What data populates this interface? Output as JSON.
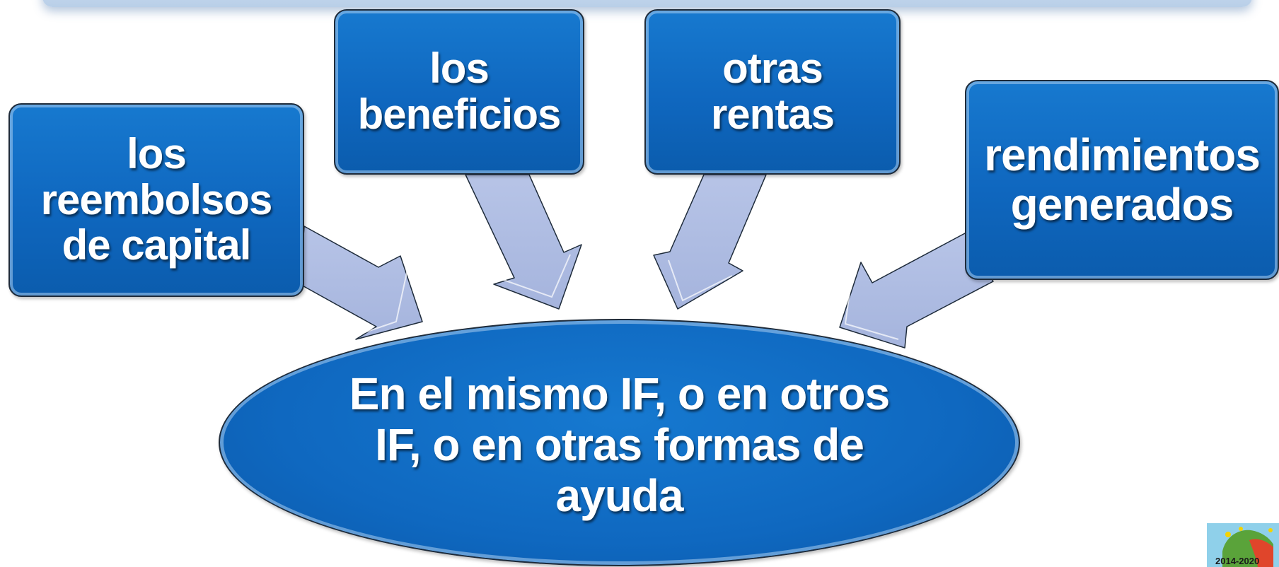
{
  "diagram": {
    "boxes": {
      "capital": "los\nreembolsos\nde capital",
      "beneficios": "los\nbeneficios",
      "rentas": "otras\nrentas",
      "rendimientos": "rendimientos\ngenerados"
    },
    "target": "En el mismo IF, o en otros IF, o en otras formas de ayuda",
    "logo_text": "2014-2020"
  },
  "colors": {
    "box_fill": "#0f67bf",
    "arrow_fill": "#aebde3",
    "outline": "#1e2b3a",
    "band": "#c3d7ee"
  },
  "icons": {
    "logo": "eu-map-logo"
  }
}
